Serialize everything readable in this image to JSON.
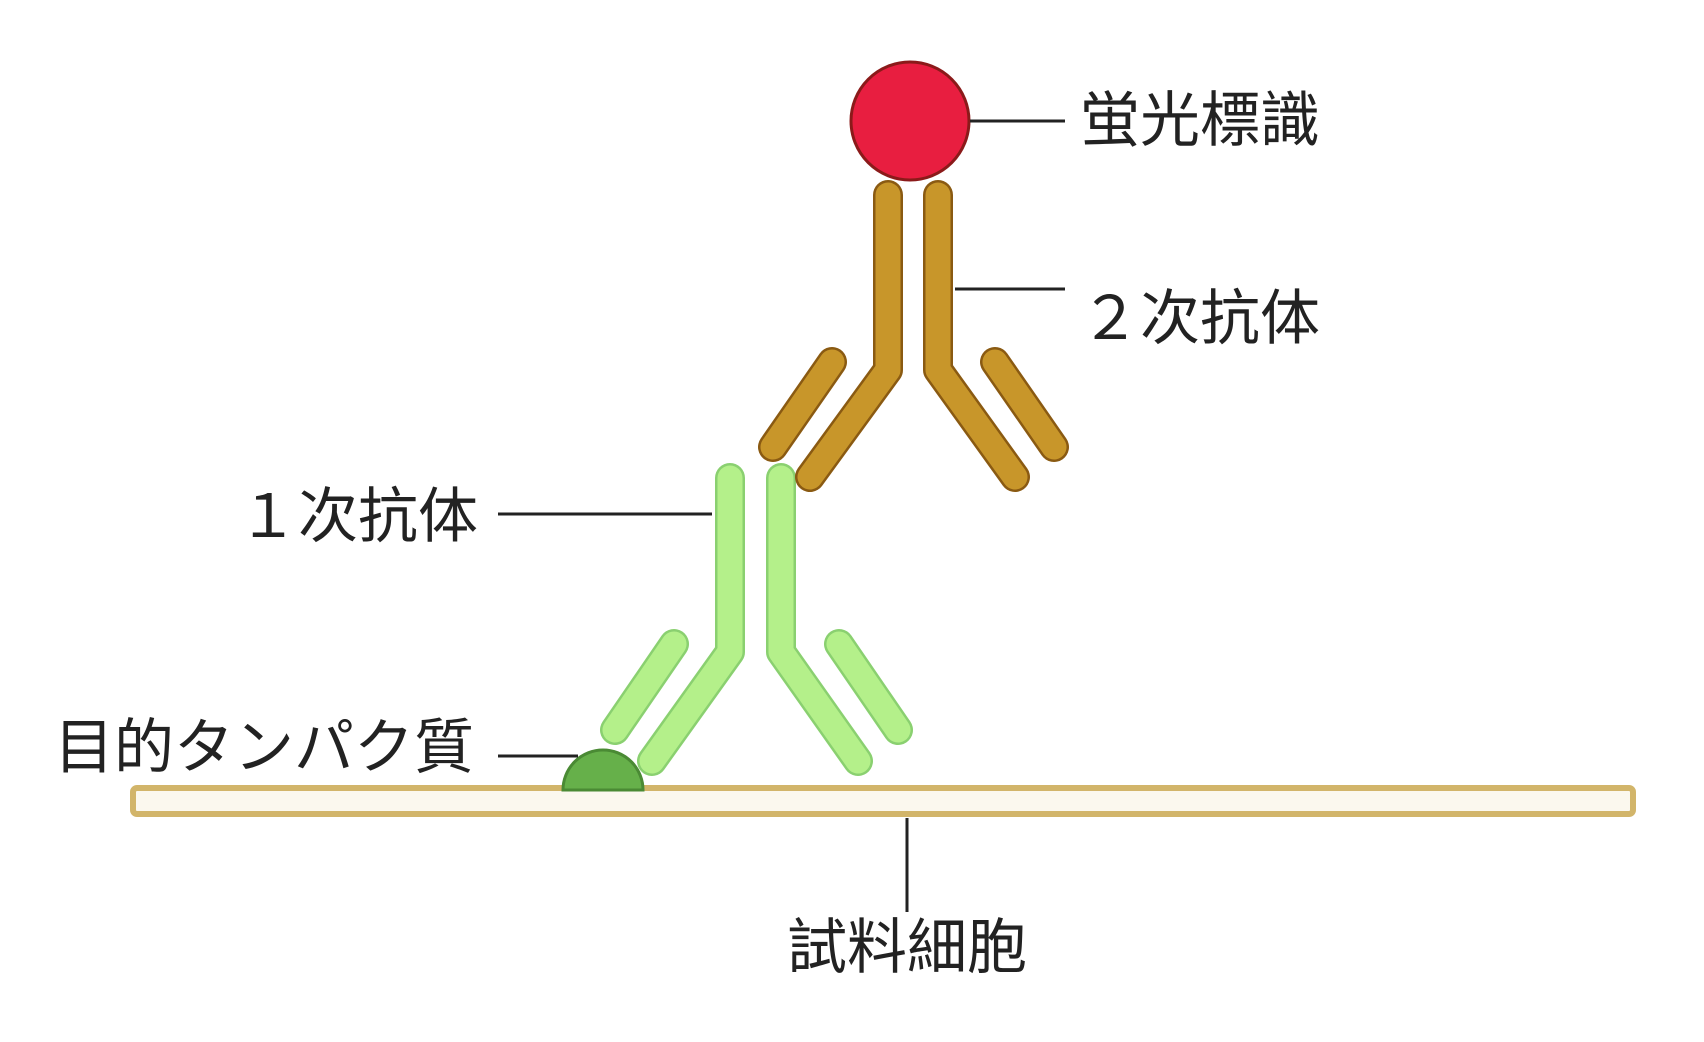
{
  "labels": {
    "fluorescent_label": "蛍光標識",
    "secondary_antibody": "２次抗体",
    "primary_antibody": "１次抗体",
    "target_protein": "目的タンパク質",
    "sample_cell": "試料細胞"
  },
  "colors": {
    "fluorescent_fill": "#E81E40",
    "fluorescent_stroke": "#8B1A1A",
    "secondary_fill": "#C8962A",
    "secondary_stroke": "#8A5A12",
    "primary_fill": "#B4F08A",
    "primary_stroke": "#8AD070",
    "protein_fill": "#66B04A",
    "protein_stroke": "#4A8A34",
    "cell_fill": "#FBF8EE",
    "cell_stroke": "#D2B56A",
    "leader_line": "#222222"
  }
}
